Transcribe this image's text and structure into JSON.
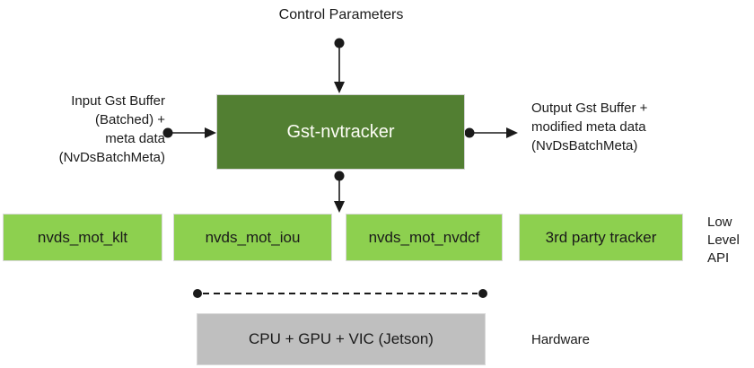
{
  "colors": {
    "dark_green": "#527F32",
    "light_green": "#8DD04F",
    "gray": "#BFBFBF",
    "line": "#1A1A1A",
    "plugin_text": "#FDFDF5",
    "text": "#1A1A1A"
  },
  "control": {
    "label": "Control Parameters"
  },
  "plugin": {
    "label": "Gst-nvtracker"
  },
  "io": {
    "input_label": "Input Gst Buffer\n(Batched) +\nmeta data\n(NvDsBatchMeta)",
    "output_label": "Output Gst Buffer +\nmodified meta data\n(NvDsBatchMeta)"
  },
  "low_level": {
    "boxes": [
      {
        "label": "nvds_mot_klt"
      },
      {
        "label": "nvds_mot_iou"
      },
      {
        "label": "nvds_mot_nvdcf"
      },
      {
        "label": "3rd party tracker"
      }
    ],
    "side_label": "Low\nLevel\nAPI"
  },
  "hardware": {
    "box_label": "CPU + GPU + VIC (Jetson)",
    "side_label": "Hardware"
  }
}
